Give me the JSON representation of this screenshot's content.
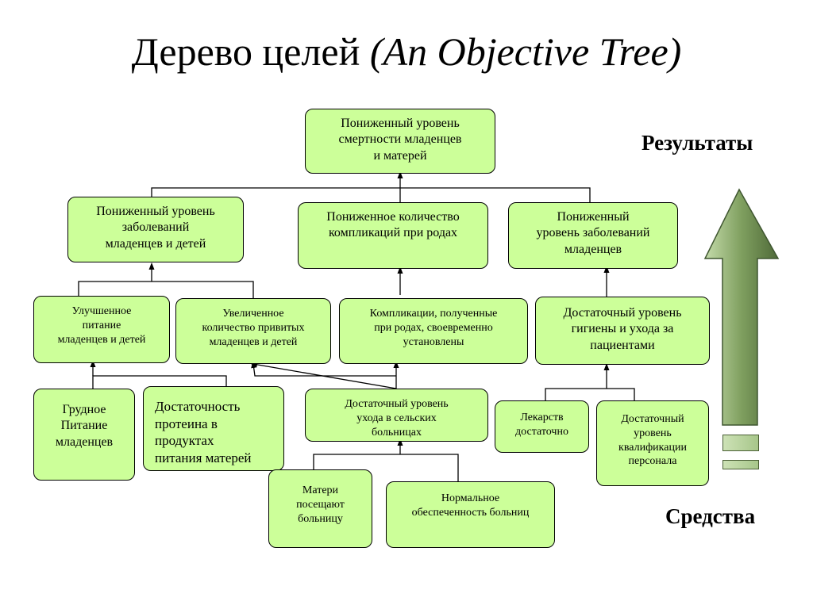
{
  "title": {
    "main": "Дерево целей",
    "italic": "(An Objective Tree)"
  },
  "labels": {
    "top": "Результаты",
    "bottom": "Средства"
  },
  "nodes": {
    "n1": "Пониженный  уровень\nсмертности младенцев\nи матерей",
    "n2a": "Пониженный уровень\nзаболеваний\nмладенцев и детей",
    "n2b": "Пониженное количество\nкомпликаций при родах",
    "n2c": "Пониженный\nуровень заболеваний\nмладенцев",
    "n3a": "Улучшенное\nпитание\nмладенцев и детей",
    "n3b": "Увеличенное\nколичество привитых\nмладенцев и детей",
    "n3c": "Компликации, полученные\nпри родах, своевременно\nустановлены",
    "n3d": "Достаточный уровень\nгигиены и ухода за\nпациентами",
    "n4a": "Грудное\nПитание\nмладенцев",
    "n4b": "Достаточность\nпротеина в\nпродуктах\nпитания матерей",
    "n4c": "Достаточный уровень\nухода в сельских\nбольницах",
    "n4d": "Лекарств\nдостаточно",
    "n4e": "Достаточный\nуровень\nквалификации\nперсонала",
    "n5a": "Матери\nпосещают\nбольницу",
    "n5b": "Нормальное\nобеспеченность больниц"
  }
}
